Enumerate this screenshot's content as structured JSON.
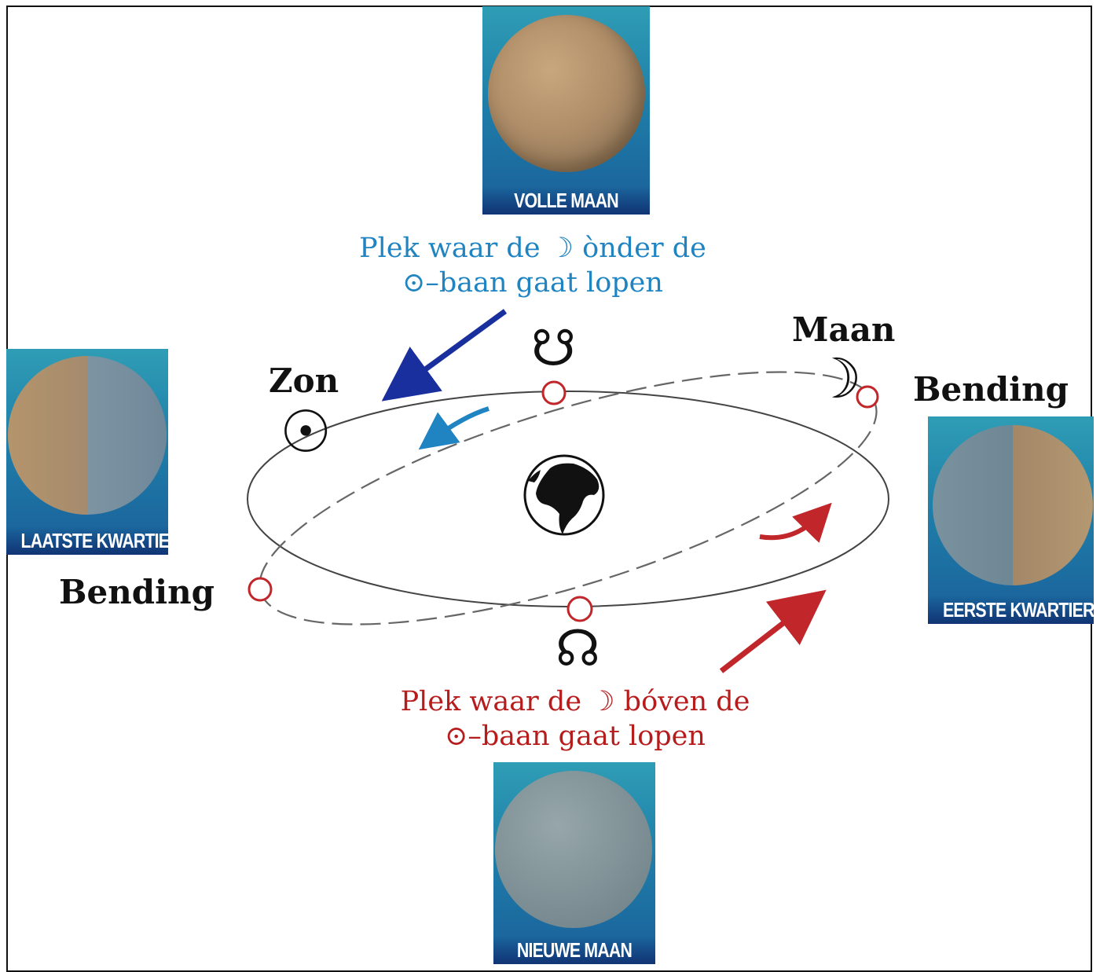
{
  "phases": {
    "full": "VOLLE MAAN",
    "last_quarter": "LAATSTE KWARTIER",
    "first_quarter": "EERSTE KWARTIER",
    "new": "NIEUWE MAAN"
  },
  "labels": {
    "sun": "Zon",
    "moon": "Maan",
    "bend_right": "Bending",
    "bend_left": "Bending"
  },
  "notes": {
    "descending_line1": "Plek waar de ☽ ònder de",
    "descending_line2": "⊙–baan gaat lopen",
    "ascending_line1": "Plek waar de ☽ bóven de",
    "ascending_line2": "⊙–baan gaat lopen"
  },
  "symbols": {
    "sun_glyph": "☉",
    "moon_glyph": "☽",
    "descending_node_glyph": "☋",
    "ascending_node_glyph": "☊",
    "earth_icon": "globe-icon"
  },
  "colors": {
    "blue_note": "#1f84c1",
    "blue_arrow": "#1a2f9e",
    "red_note": "#b71c1c",
    "node_circle": "#c0262a"
  }
}
